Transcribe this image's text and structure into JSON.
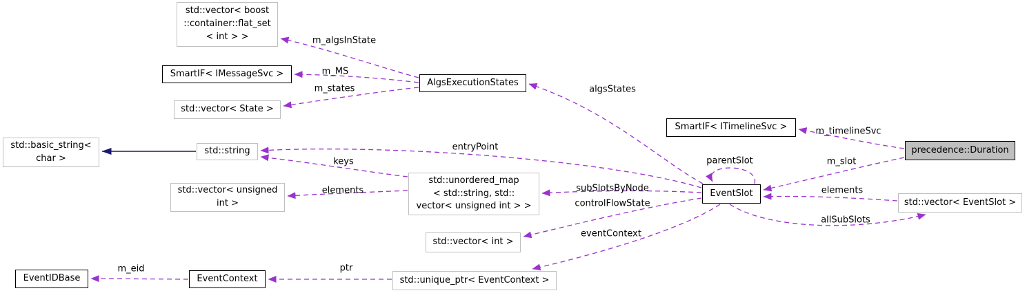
{
  "colors": {
    "background": "#ffffff",
    "edge_usage": "#9a32cd",
    "edge_inheritance": "#191970",
    "node_fill": "#ffffff",
    "node_border_documented": "#000000",
    "node_border_external": "#bfbfbf",
    "main_node_fill": "#bfbfbf",
    "text": "#000000"
  },
  "nodes": [
    {
      "id": "vector-flat-set",
      "label": "std::vector< boost\n::container::flat_set\n< int > >"
    },
    {
      "id": "smartif-imessagesvc",
      "label": "SmartIF< IMessageSvc >"
    },
    {
      "id": "algs-execution-states",
      "label": "AlgsExecutionStates"
    },
    {
      "id": "vector-state",
      "label": "std::vector< State >"
    },
    {
      "id": "smartif-itimelinesvc",
      "label": "SmartIF< ITimelineSvc >"
    },
    {
      "id": "precedence-duration",
      "label": "precedence::Duration"
    },
    {
      "id": "basic-string-char",
      "label": "std::basic_string<\nchar >"
    },
    {
      "id": "std-string",
      "label": "std::string"
    },
    {
      "id": "unordered-map",
      "label": "std::unordered_map\n< std::string, std::\nvector< unsigned int > >"
    },
    {
      "id": "vector-unsigned-int",
      "label": "std::vector< unsigned\nint >"
    },
    {
      "id": "event-slot",
      "label": "EventSlot"
    },
    {
      "id": "vector-eventslot",
      "label": "std::vector< EventSlot >"
    },
    {
      "id": "vector-int",
      "label": "std::vector< int >"
    },
    {
      "id": "unique-ptr-eventcontext",
      "label": "std::unique_ptr< EventContext >"
    },
    {
      "id": "event-context",
      "label": "EventContext"
    },
    {
      "id": "event-id-base",
      "label": "EventIDBase"
    }
  ],
  "edges": [
    {
      "label": "m_algsInState"
    },
    {
      "label": "m_MS"
    },
    {
      "label": "m_states"
    },
    {
      "label": "algsStates"
    },
    {
      "label": "m_timelineSvc"
    },
    {
      "label": "m_slot"
    },
    {
      "label": "elements"
    },
    {
      "label": "allSubSlots"
    },
    {
      "label": "parentSlot"
    },
    {
      "label": "entryPoint"
    },
    {
      "label": "keys"
    },
    {
      "label": "elements"
    },
    {
      "label": "subSlotsByNode"
    },
    {
      "label": "controlFlowState"
    },
    {
      "label": "eventContext"
    },
    {
      "label": "ptr"
    },
    {
      "label": "m_eid"
    },
    {
      "label": ""
    }
  ]
}
